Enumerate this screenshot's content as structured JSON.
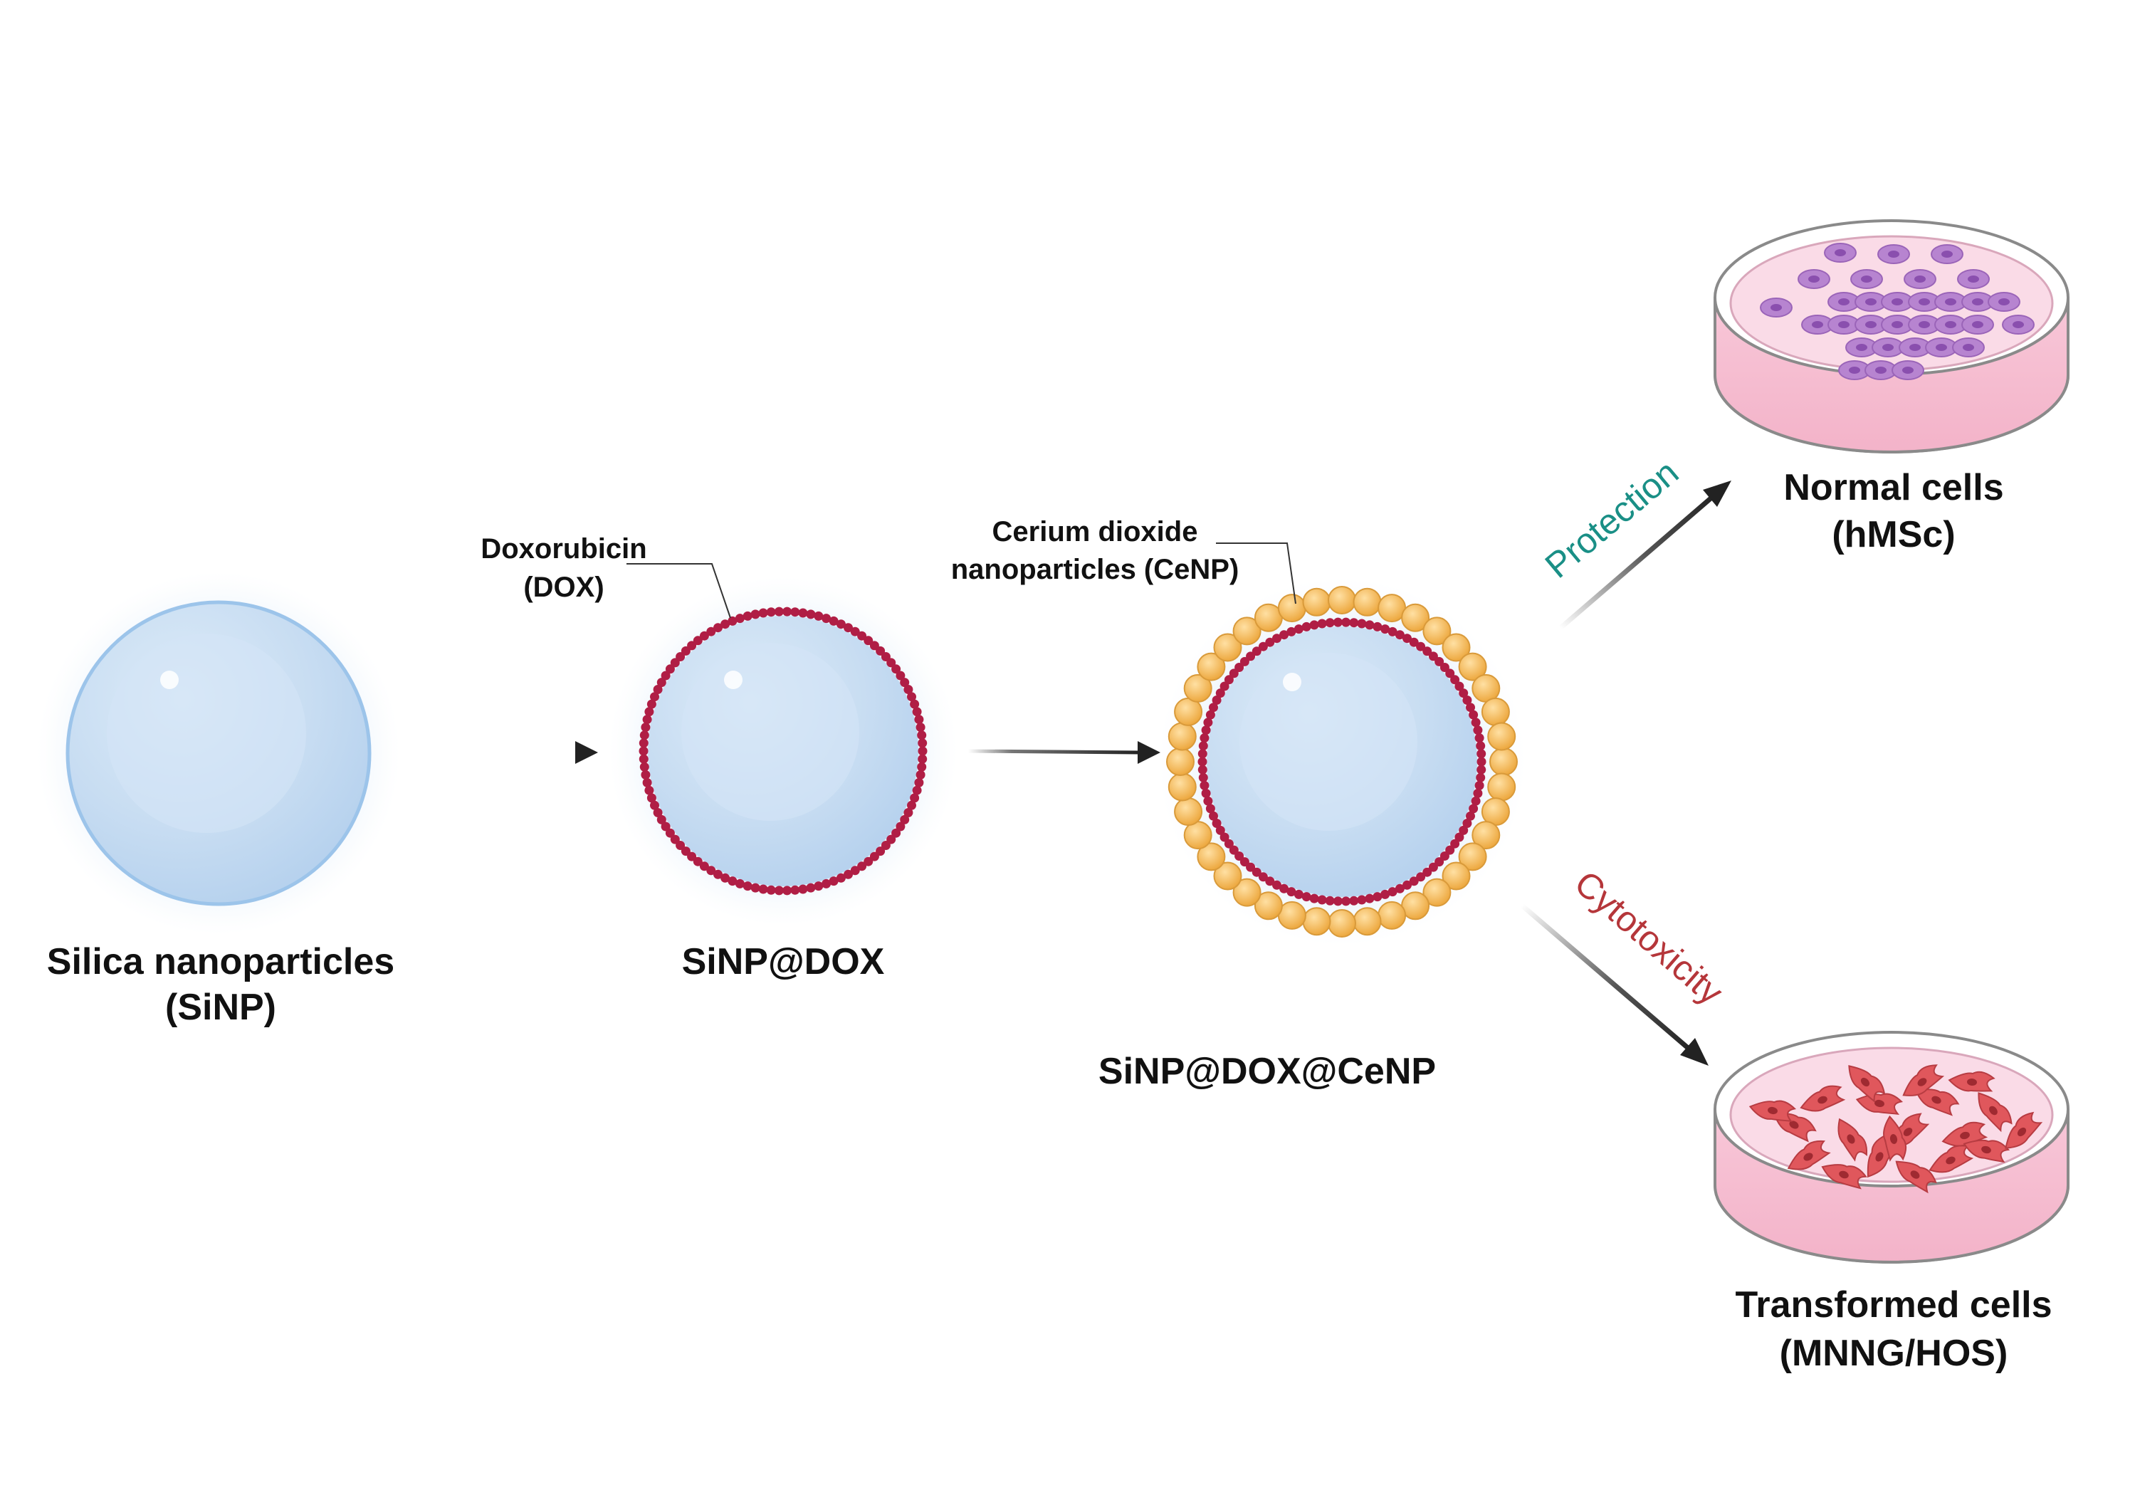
{
  "particles": {
    "sinp": {
      "label_line1": "Silica nanoparticles",
      "label_line2": "(SiNP)"
    },
    "sinp_dox": {
      "label": "SiNP@DOX"
    },
    "sinp_dox_cenp": {
      "label": "SiNP@DOX@CeNP"
    }
  },
  "callouts": {
    "dox": {
      "line1": "Doxorubicin",
      "line2": "(DOX)"
    },
    "cenp": {
      "line1": "Cerium dioxide",
      "line2": "nanoparticles (CeNP)"
    }
  },
  "outcomes": {
    "protection": {
      "label": "Protection",
      "color": "#1a8f86"
    },
    "cytotoxicity": {
      "label": "Cytotoxicity",
      "color": "#b5363a"
    }
  },
  "dishes": {
    "normal": {
      "label_line1": "Normal cells",
      "label_line2": "(hMSc)"
    },
    "transformed": {
      "label_line1": "Transformed cells",
      "label_line2": "(MNNG/HOS)"
    }
  },
  "colors": {
    "silica": "#c5dcf1",
    "silica_edge": "#9cc4ea",
    "dox_bead": "#b01e45",
    "cenp_bead": "#f1b24a",
    "dish_medium": "#fadbe7",
    "normal_cell": "#b784d0",
    "cancer_cell": "#e0575c"
  }
}
